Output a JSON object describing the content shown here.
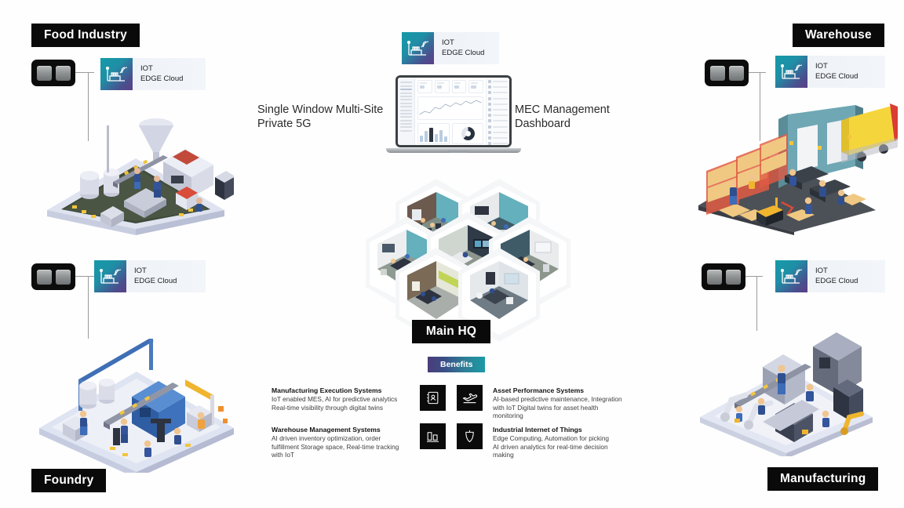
{
  "sites": [
    {
      "id": "food-industry",
      "label": "Food Industry",
      "iot": {
        "title": "IOT",
        "subtitle": "EDGE Cloud",
        "icon": "factory-antenna-icon"
      }
    },
    {
      "id": "foundry",
      "label": "Foundry",
      "iot": {
        "title": "IOT",
        "subtitle": "EDGE Cloud",
        "icon": "factory-antenna-icon"
      }
    },
    {
      "id": "warehouse",
      "label": "Warehouse",
      "iot": {
        "title": "IOT",
        "subtitle": "EDGE Cloud",
        "icon": "factory-antenna-icon"
      }
    },
    {
      "id": "manufacturing",
      "label": "Manufacturing",
      "iot": {
        "title": "IOT",
        "subtitle": "EDGE Cloud",
        "icon": "factory-antenna-icon"
      }
    }
  ],
  "center": {
    "iot": {
      "title": "IOT",
      "subtitle": "EDGE Cloud",
      "icon": "factory-antenna-icon"
    },
    "left_caption": "Single Window Multi-Site\nPrivate 5G",
    "right_caption": "MEC Management\nDashboard",
    "hq_label": "Main HQ"
  },
  "benefits": {
    "badge": "Benefits",
    "items": [
      {
        "title": "Manufacturing Execution Systems",
        "body": "IoT enabled MES, AI for predictive analytics\nReal-time visibility through digital twins",
        "icon": "contact-book-icon"
      },
      {
        "title": "Asset Performance Systems",
        "body": "AI-based predictive maintenance, Integration\nwith IoT Digital twins for asset health\nmonitoring",
        "icon": "airplane-takeoff-icon"
      },
      {
        "title": "Warehouse Management Systems",
        "body": "AI driven inventory optimization, order\nfulfillment Storage space, Real-time tracking\nwith IoT",
        "icon": "bar-chart-icon"
      },
      {
        "title": "Industrial Internet of Things",
        "body": "Edge Computing, Automation for picking\nAI driven analytics for real-time decision\nmaking",
        "icon": "acorn-shield-icon"
      }
    ]
  },
  "colors": {
    "plate_bg": "#0a0a0a",
    "plate_text": "#ffffff",
    "iot_tile_gradient_start": "#159aa8",
    "iot_tile_gradient_end": "#5b3f86",
    "benefits_gradient_start": "#4b3d7a",
    "benefits_gradient_end": "#1b9aa6",
    "connector_line": "#9b9b9b",
    "caption_text": "#2b2b2b"
  }
}
